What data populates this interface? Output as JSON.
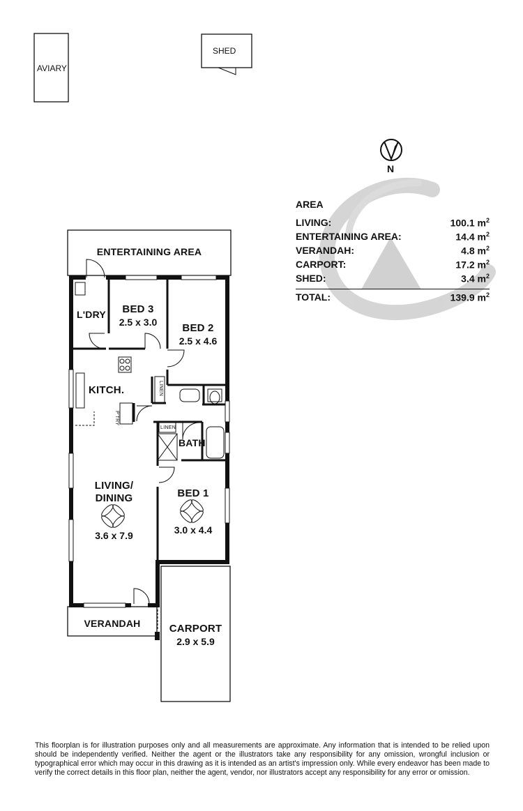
{
  "outbuildings": {
    "aviary": "AVIARY",
    "shed": "SHED"
  },
  "compass": {
    "north_label": "N"
  },
  "area_schedule": {
    "title": "AREA",
    "unit_sup": "2",
    "rows": [
      {
        "label": "LIVING:",
        "value": "100.1 m"
      },
      {
        "label": "ENTERTAINING AREA:",
        "value": "14.4 m"
      },
      {
        "label": "VERANDAH:",
        "value": "4.8 m"
      },
      {
        "label": "CARPORT:",
        "value": "17.2 m"
      },
      {
        "label": "SHED:",
        "value": "3.4 m"
      }
    ],
    "total": {
      "label": "TOTAL:",
      "value": "139.9 m"
    }
  },
  "rooms": {
    "entertaining": {
      "name": "ENTERTAINING AREA"
    },
    "laundry": {
      "name": "L'DRY"
    },
    "bed3": {
      "name": "BED 3",
      "dims": "2.5 x 3.0"
    },
    "bed2": {
      "name": "BED 2",
      "dims": "2.5 x 4.6"
    },
    "kitchen": {
      "name": "KITCH."
    },
    "pantry": {
      "name": "P'TRY"
    },
    "linen1": {
      "name": "LINEN"
    },
    "linen2": {
      "name": "LINEN"
    },
    "bath": {
      "name": "BATH"
    },
    "living": {
      "name_line1": "LIVING/",
      "name_line2": "DINING",
      "dims": "3.6 x 7.9"
    },
    "bed1": {
      "name": "BED 1",
      "dims": "3.0 x 4.4"
    },
    "verandah": {
      "name": "VERANDAH"
    },
    "carport": {
      "name": "CARPORT",
      "dims": "2.9 x 5.9"
    }
  },
  "disclaimer": "This floorplan is for illustration purposes only and all measurements are approximate. Any information that is intended to be relied upon should be independently verified. Neither the agent or the illustrators take any responsibility for any omission, wrongful inclusion or typographical error which may occur in this drawing as it is intended as an artist's impression only. While every endeavor has been made to verify the correct details in this floor plan, neither the agent, vendor, nor illustrators accept any responsibility for any error or omission."
}
